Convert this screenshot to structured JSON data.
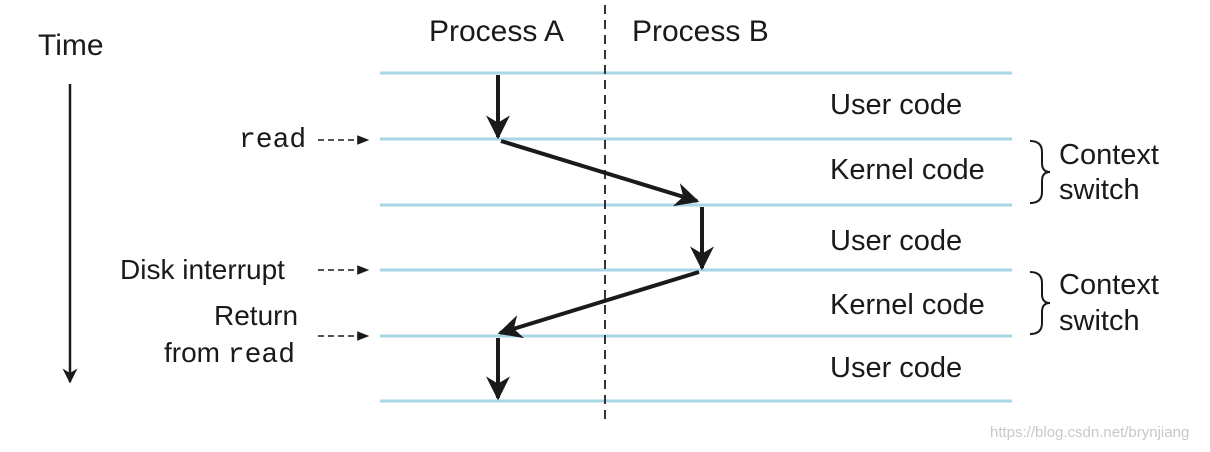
{
  "time_label": "Time",
  "process_a": "Process A",
  "process_b": "Process B",
  "segments": [
    {
      "label": "User code"
    },
    {
      "label": "Kernel code"
    },
    {
      "label": "User code"
    },
    {
      "label": "Kernel code"
    },
    {
      "label": "User code"
    }
  ],
  "events": {
    "read": "read",
    "disk_interrupt": "Disk interrupt",
    "return_line1": "Return",
    "return_from": "from ",
    "return_read": "read"
  },
  "context_switches": [
    {
      "line1": "Context",
      "line2": "switch"
    },
    {
      "line1": "Context",
      "line2": "switch"
    }
  ],
  "watermark": "https://blog.csdn.net/brynjiang",
  "colors": {
    "band_line": "#a9d6e5",
    "arrow": "#1a1a1a",
    "divider": "#333333"
  }
}
